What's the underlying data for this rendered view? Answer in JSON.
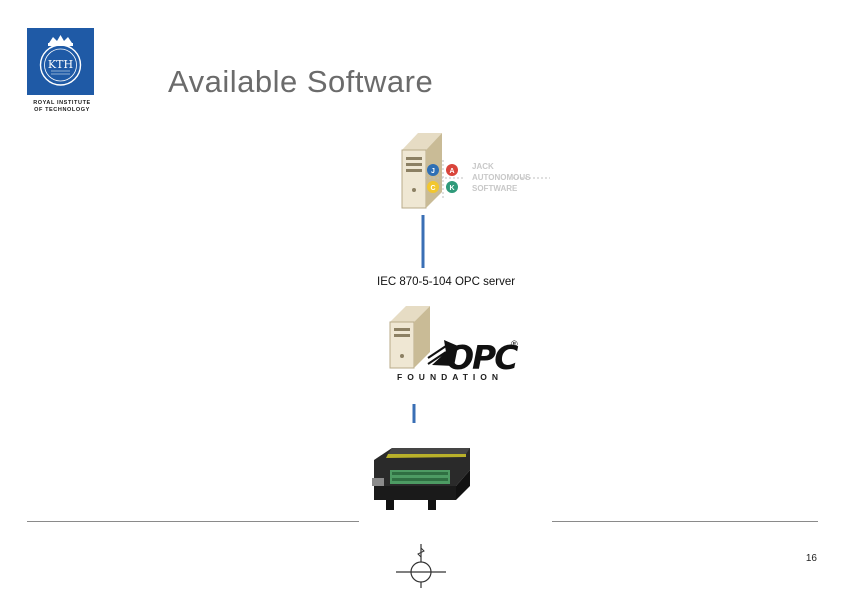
{
  "header": {
    "logo": {
      "org_lines": [
        "ROYAL INSTITUTE",
        "OF TECHNOLOGY"
      ],
      "emblem_text": "KTH",
      "color": "#1f5aa6"
    },
    "title": "Available Software"
  },
  "diagram": {
    "top_server": {
      "caption_lines": [
        "JACK",
        "AUTONOMOUS",
        "SOFTWARE"
      ],
      "badge_letters": [
        "J",
        "A",
        "C",
        "K"
      ],
      "badge_colors": [
        "#2e6fb5",
        "#d9453b",
        "#f2c72e",
        "#2f9a7a"
      ]
    },
    "middle_server": {
      "label": "IEC 870-5-104 OPC server",
      "logo_text": "OPC",
      "logo_subtext": "FOUNDATION"
    },
    "device": {
      "icon": "io-module-icon"
    },
    "connector_color": "#3a6fb5"
  },
  "footer": {
    "page_number": "16"
  }
}
